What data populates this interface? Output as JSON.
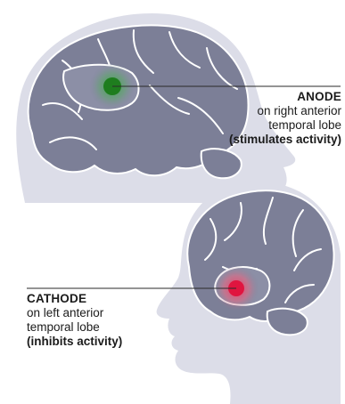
{
  "anode": {
    "title": "ANODE",
    "placement_line1": "on right anterior",
    "placement_line2": "temporal lobe",
    "effect": "(stimulates activity)",
    "electrode_color": "#1e7d1e"
  },
  "cathode": {
    "title": "CATHODE",
    "placement_line1": "on left anterior",
    "placement_line2": "temporal lobe",
    "effect": "(inhibits activity)",
    "electrode_color": "#e0153f"
  },
  "colors": {
    "head": "#dcdde8",
    "brain": "#7c7f97",
    "brain_outline": "#ffffff",
    "temporal_lobe": "#8c8fa6",
    "leader_line": "#2a2a2a"
  }
}
